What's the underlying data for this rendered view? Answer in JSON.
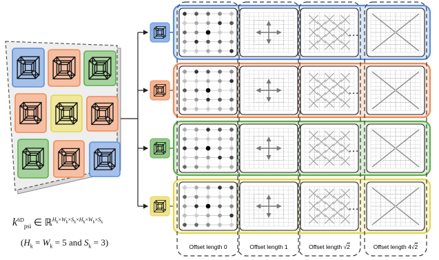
{
  "rows": [
    {
      "key": "blue",
      "color": "#5B8FD9"
    },
    {
      "key": "orange",
      "color": "#EF8A55"
    },
    {
      "key": "green",
      "color": "#5EAE4C"
    },
    {
      "key": "yellow",
      "color": "#E3D54C"
    }
  ],
  "columns": [
    {
      "key": "len0",
      "label": "Offset length 0"
    },
    {
      "key": "len1",
      "label": "Offset length 1"
    },
    {
      "key": "sqrt2",
      "label_prefix": "Offset length ",
      "label_radicand": "2"
    },
    {
      "key": "ellipsis",
      "glyph": "…"
    },
    {
      "key": "big",
      "label_prefix": "Offset length 4",
      "label_radicand": "2"
    }
  ],
  "formula": {
    "symbol": "k",
    "superscript": "6D",
    "subscript": "psi",
    "relation": "∈",
    "field": "ℝ",
    "dims": "Hk×Wk×Sk×Hk×Wk×Sk",
    "note_open": "(",
    "note_h": "H",
    "note_w": "W",
    "note_s": "S",
    "note_index": "k",
    "note_eq1": " = ",
    "note_eq2": " = 5 and ",
    "note_eq3": " = 3)"
  }
}
